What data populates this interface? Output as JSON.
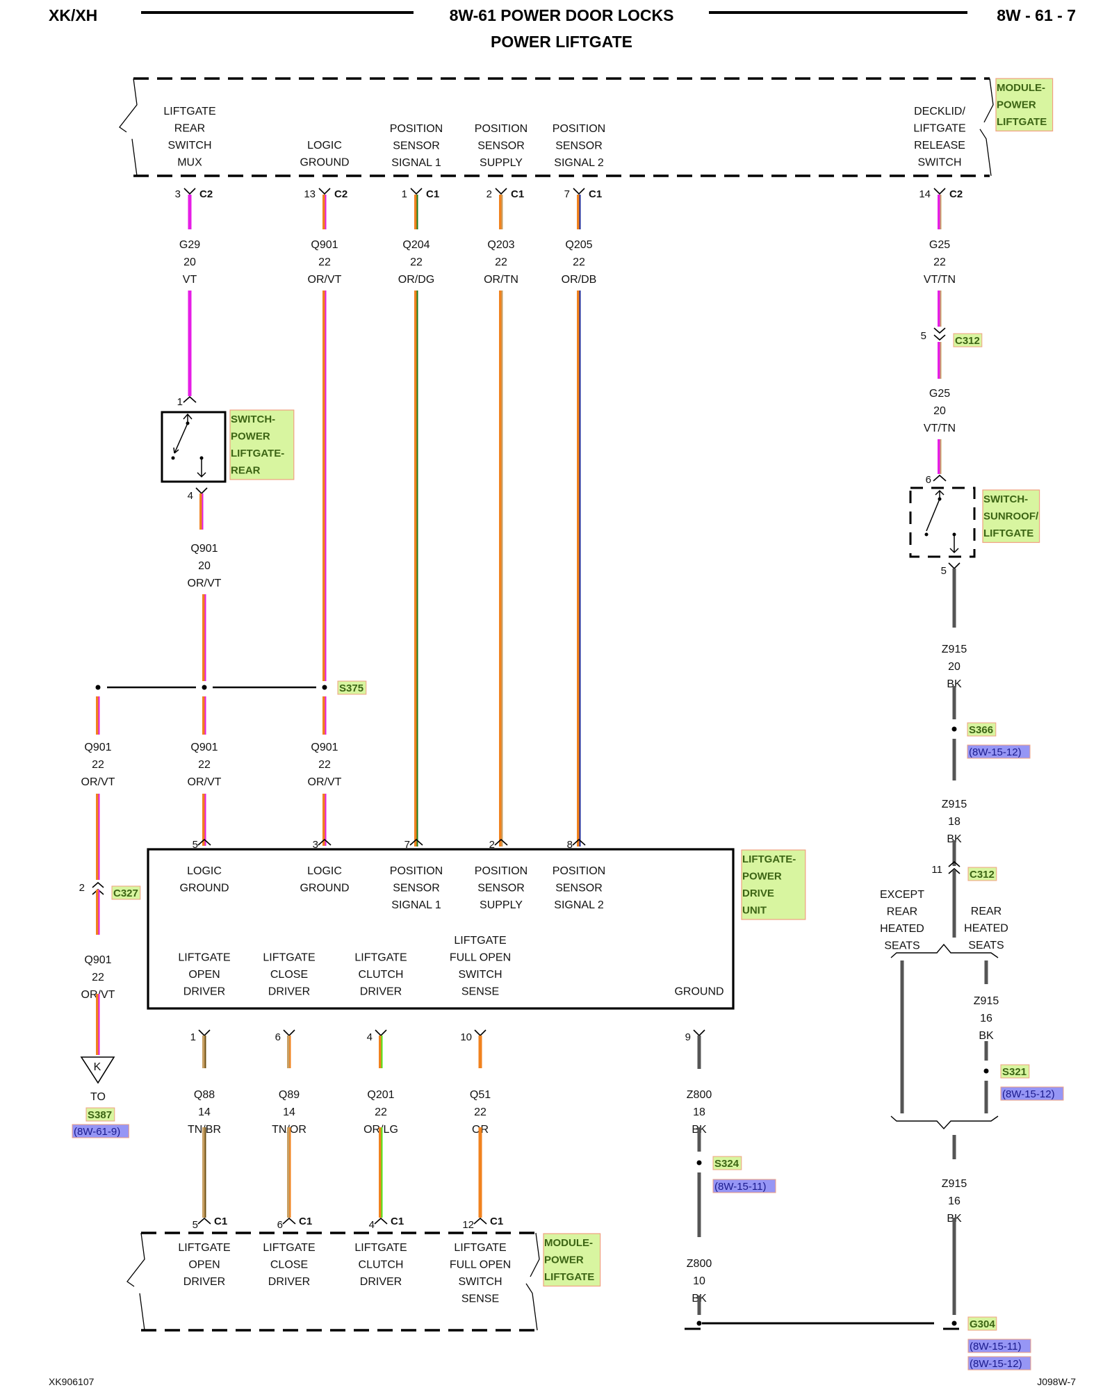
{
  "header": {
    "model": "XK/XH",
    "title": "8W-61 POWER DOOR LOCKS",
    "subtitle": "POWER LIFTGATE",
    "page": "8W - 61 - 7"
  },
  "footer": {
    "left_code": "XK906107",
    "right_code": "J098W-7"
  },
  "colors": {
    "VT": "#e61ee6",
    "OR": "#f0821e",
    "DG": "#1e7a1e",
    "TN": "#c8a064",
    "DB": "#1e2896",
    "BK": "#555555",
    "BR": "#6e5014",
    "LG": "#50e61e",
    "component_label_bg": "#d8f5a0",
    "component_label_border": "#f0a080",
    "ref_label_bg": "#9696f5"
  },
  "components": {
    "module_top": {
      "label": [
        "MODULE-",
        "POWER",
        "LIFTGATE"
      ],
      "pins": [
        {
          "name": [
            "LIFTGATE",
            "REAR",
            "SWITCH",
            "MUX"
          ],
          "pin": "3",
          "connector": "C2"
        },
        {
          "name": [
            "LOGIC",
            "GROUND"
          ],
          "pin": "13",
          "connector": "C2"
        },
        {
          "name": [
            "POSITION",
            "SENSOR",
            "SIGNAL 1"
          ],
          "pin": "1",
          "connector": "C1"
        },
        {
          "name": [
            "POSITION",
            "SENSOR",
            "SUPPLY"
          ],
          "pin": "2",
          "connector": "C1"
        },
        {
          "name": [
            "POSITION",
            "SENSOR",
            "SIGNAL 2"
          ],
          "pin": "7",
          "connector": "C1"
        },
        {
          "name": [
            "DECKLID/",
            "LIFTGATE",
            "RELEASE",
            "SWITCH"
          ],
          "pin": "14",
          "connector": "C2"
        }
      ]
    },
    "switch_rear": {
      "label": [
        "SWITCH-",
        "POWER",
        "LIFTGATE-",
        "REAR"
      ],
      "pin_in": "1",
      "pin_out": "4"
    },
    "switch_sunroof": {
      "label": [
        "SWITCH-",
        "SUNROOF/",
        "LIFTGATE"
      ],
      "pin_in": "6",
      "pin_out": "5"
    },
    "drive_unit": {
      "label": [
        "LIFTGATE-",
        "POWER",
        "DRIVE",
        "UNIT"
      ],
      "top_pins": [
        {
          "name": [
            "LOGIC",
            "GROUND"
          ],
          "pin": "5"
        },
        {
          "name": [
            "LOGIC",
            "GROUND"
          ],
          "pin": "3"
        },
        {
          "name": [
            "POSITION",
            "SENSOR",
            "SIGNAL 1"
          ],
          "pin": "7"
        },
        {
          "name": [
            "POSITION",
            "SENSOR",
            "SUPPLY"
          ],
          "pin": "2"
        },
        {
          "name": [
            "POSITION",
            "SENSOR",
            "SIGNAL 2"
          ],
          "pin": "8"
        }
      ],
      "bottom_pins": [
        {
          "name": [
            "LIFTGATE",
            "OPEN",
            "DRIVER"
          ],
          "pin": "1"
        },
        {
          "name": [
            "LIFTGATE",
            "CLOSE",
            "DRIVER"
          ],
          "pin": "6"
        },
        {
          "name": [
            "LIFTGATE",
            "CLUTCH",
            "DRIVER"
          ],
          "pin": "4"
        },
        {
          "name": [
            "LIFTGATE",
            "FULL OPEN",
            "SWITCH",
            "SENSE"
          ],
          "pin": "10"
        },
        {
          "name": [
            "GROUND"
          ],
          "pin": "9"
        }
      ]
    },
    "module_bottom": {
      "label": [
        "MODULE-",
        "POWER",
        "LIFTGATE"
      ],
      "pins": [
        {
          "name": [
            "LIFTGATE",
            "OPEN",
            "DRIVER"
          ],
          "pin": "5",
          "connector": "C1"
        },
        {
          "name": [
            "LIFTGATE",
            "CLOSE",
            "DRIVER"
          ],
          "pin": "6",
          "connector": "C1"
        },
        {
          "name": [
            "LIFTGATE",
            "CLUTCH",
            "DRIVER"
          ],
          "pin": "4",
          "connector": "C1"
        },
        {
          "name": [
            "LIFTGATE",
            "FULL OPEN",
            "SWITCH",
            "SENSE"
          ],
          "pin": "12",
          "connector": "C1"
        }
      ]
    }
  },
  "wires": {
    "g29": {
      "circuit": "G29",
      "gauge": "20",
      "color": "VT"
    },
    "q901_top": {
      "circuit": "Q901",
      "gauge": "22",
      "color": "OR/VT"
    },
    "q204": {
      "circuit": "Q204",
      "gauge": "22",
      "color": "OR/DG"
    },
    "q203": {
      "circuit": "Q203",
      "gauge": "22",
      "color": "OR/TN"
    },
    "q205": {
      "circuit": "Q205",
      "gauge": "22",
      "color": "OR/DB"
    },
    "g25_a": {
      "circuit": "G25",
      "gauge": "22",
      "color": "VT/TN"
    },
    "g25_b": {
      "circuit": "G25",
      "gauge": "20",
      "color": "VT/TN"
    },
    "q901_sw": {
      "circuit": "Q901",
      "gauge": "20",
      "color": "OR/VT"
    },
    "q901_left": {
      "circuit": "Q901",
      "gauge": "22",
      "color": "OR/VT"
    },
    "q901_mid": {
      "circuit": "Q901",
      "gauge": "22",
      "color": "OR/VT"
    },
    "q901_right": {
      "circuit": "Q901",
      "gauge": "22",
      "color": "OR/VT"
    },
    "q901_k": {
      "circuit": "Q901",
      "gauge": "22",
      "color": "OR/VT"
    },
    "z915_a": {
      "circuit": "Z915",
      "gauge": "20",
      "color": "BK"
    },
    "z915_b": {
      "circuit": "Z915",
      "gauge": "18",
      "color": "BK"
    },
    "z915_c": {
      "circuit": "Z915",
      "gauge": "16",
      "color": "BK"
    },
    "z915_d": {
      "circuit": "Z915",
      "gauge": "16",
      "color": "BK"
    },
    "q88": {
      "circuit": "Q88",
      "gauge": "14",
      "color": "TN/BR"
    },
    "q89": {
      "circuit": "Q89",
      "gauge": "14",
      "color": "TN/OR"
    },
    "q201": {
      "circuit": "Q201",
      "gauge": "22",
      "color": "OR/LG"
    },
    "q51": {
      "circuit": "Q51",
      "gauge": "22",
      "color": "OR"
    },
    "z800_a": {
      "circuit": "Z800",
      "gauge": "18",
      "color": "BK"
    },
    "z800_b": {
      "circuit": "Z800",
      "gauge": "10",
      "color": "BK"
    }
  },
  "connectors": {
    "c312_a": {
      "id": "C312",
      "pin": "5"
    },
    "c312_b": {
      "id": "C312",
      "pin": "11"
    },
    "c327": {
      "id": "C327",
      "pin": "2"
    }
  },
  "splices": {
    "s375": {
      "id": "S375"
    },
    "s366": {
      "id": "S366",
      "ref": "(8W-15-12)"
    },
    "s321": {
      "id": "S321",
      "ref": "(8W-15-12)"
    },
    "s324": {
      "id": "S324",
      "ref": "(8W-15-11)"
    }
  },
  "grounds": {
    "g304": {
      "id": "G304",
      "refs": [
        "(8W-15-11)",
        "(8W-15-12)"
      ]
    }
  },
  "offpage": {
    "k": {
      "letter": "K",
      "to": "TO",
      "dest": "S387",
      "ref": "(8W-61-9)"
    }
  },
  "options": {
    "except": [
      "EXCEPT",
      "REAR",
      "HEATED",
      "SEATS"
    ],
    "with": [
      "REAR",
      "HEATED",
      "SEATS"
    ]
  }
}
